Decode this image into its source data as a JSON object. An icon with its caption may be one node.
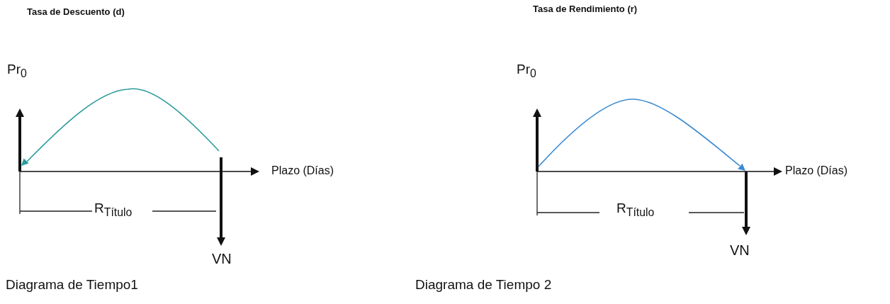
{
  "diagram": {
    "labels": [
      "Tasa de Descuento (d)",
      "Tasa de Rendimiento (r)",
      "Pr$_{0}$",
      "Pr$_{0}$",
      "Plazo (Días)",
      "Plazo (Días)",
      "R$_{Título}$",
      "R$_{Título}$",
      "VN",
      "VN",
      "Diagrama de Tiempo1",
      "Diagrama de Tiempo 2"
    ]
  }
}
